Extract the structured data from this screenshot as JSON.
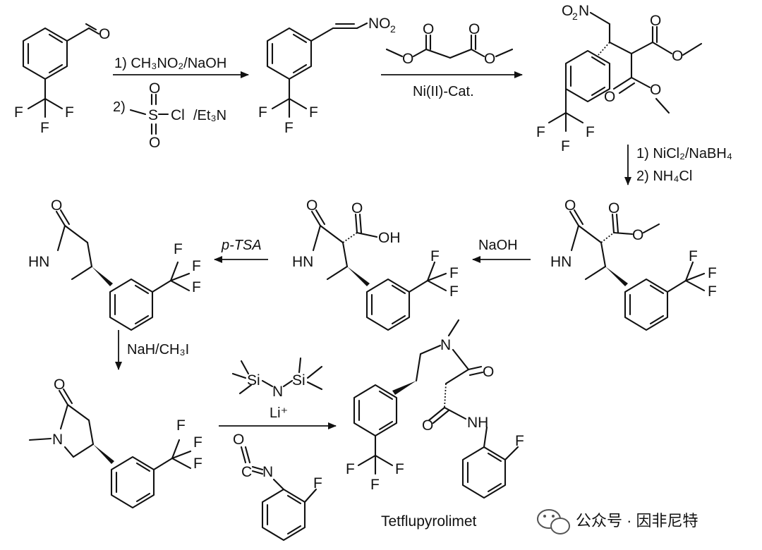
{
  "reagents": {
    "step1_line1": "1) CH₃NO₂/NaOH",
    "step1_line2a": "2)",
    "step1_line2b": "/Et₃N",
    "step2": "Ni(II)-Cat.",
    "step3_line1": "1) NiCl₂/NaBH₄",
    "step3_line2": "2) NH₄Cl",
    "step4": "NaOH",
    "step5": "p-TSA",
    "step6": "NaH/CH₃I",
    "step7_base": "Li⁺"
  },
  "product_name": "Tetflupyrolimet",
  "watermark": "公众号 · 因非尼特",
  "colors": {
    "ink": "#111111",
    "background": "#ffffff",
    "watermark": "#444444"
  }
}
